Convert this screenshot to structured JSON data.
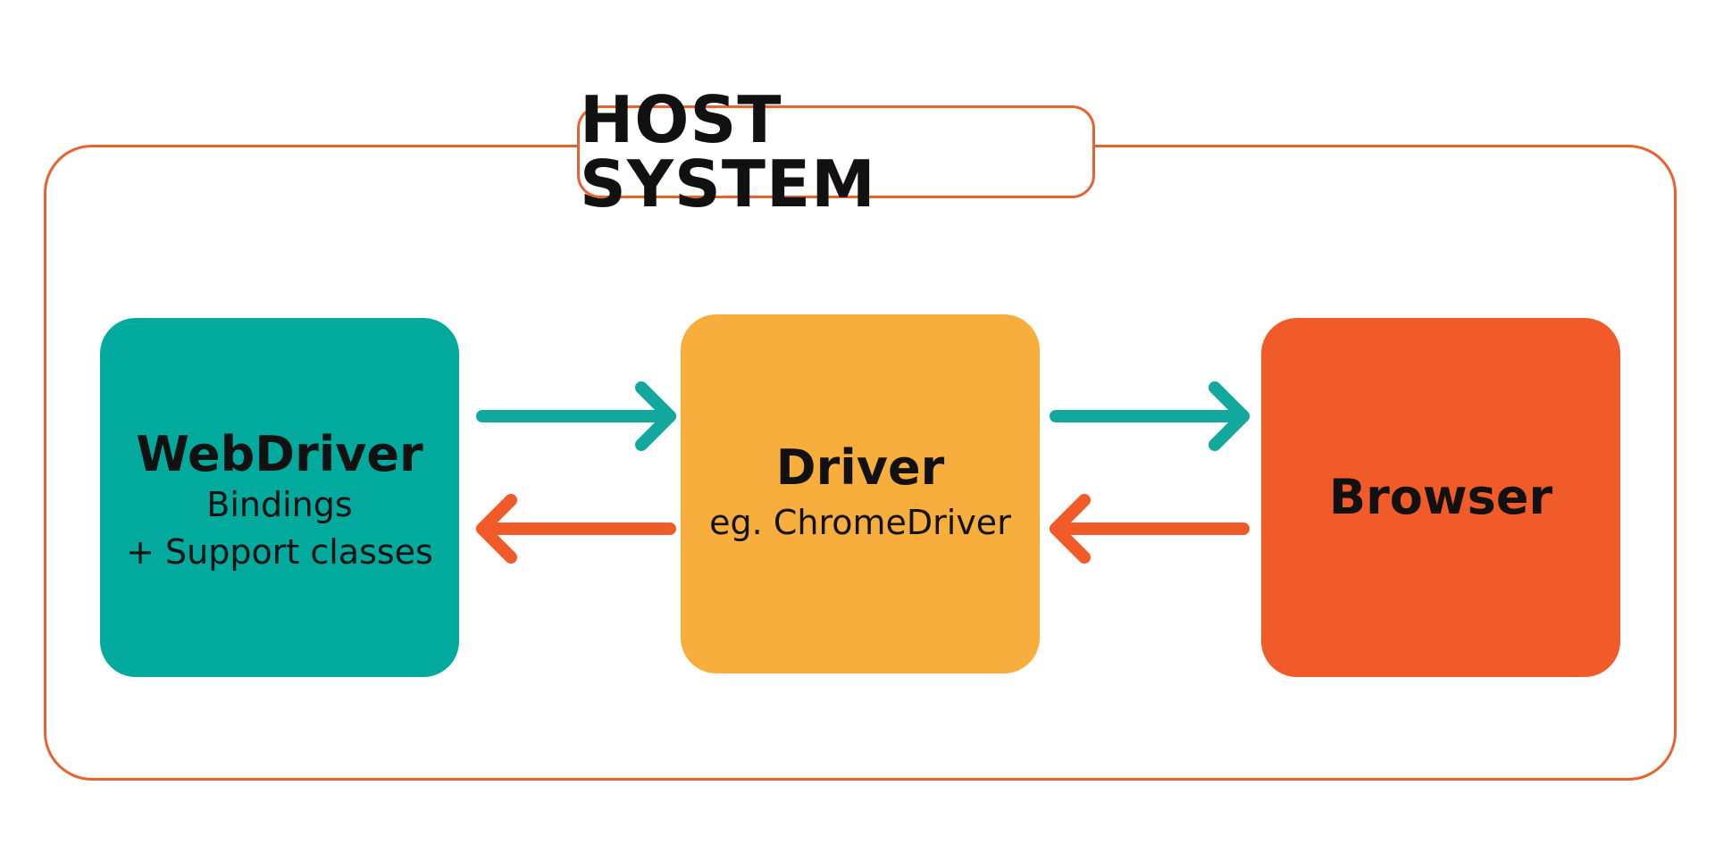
{
  "title": "HOST SYSTEM",
  "colors": {
    "frame": "#e8622f",
    "webdriver": "#02a99d",
    "driver": "#f8ae3c",
    "browser": "#f15a29",
    "arrow_forward": "#12a89d",
    "arrow_back": "#f15a29"
  },
  "nodes": {
    "webdriver": {
      "title": "WebDriver",
      "line1": "Bindings",
      "line2": "+ Support classes"
    },
    "driver": {
      "title": "Driver",
      "line1": "eg. ChromeDriver"
    },
    "browser": {
      "title": "Browser"
    }
  },
  "edges": [
    {
      "from": "webdriver",
      "to": "driver",
      "direction": "forward"
    },
    {
      "from": "driver",
      "to": "webdriver",
      "direction": "back"
    },
    {
      "from": "driver",
      "to": "browser",
      "direction": "forward"
    },
    {
      "from": "browser",
      "to": "driver",
      "direction": "back"
    }
  ]
}
